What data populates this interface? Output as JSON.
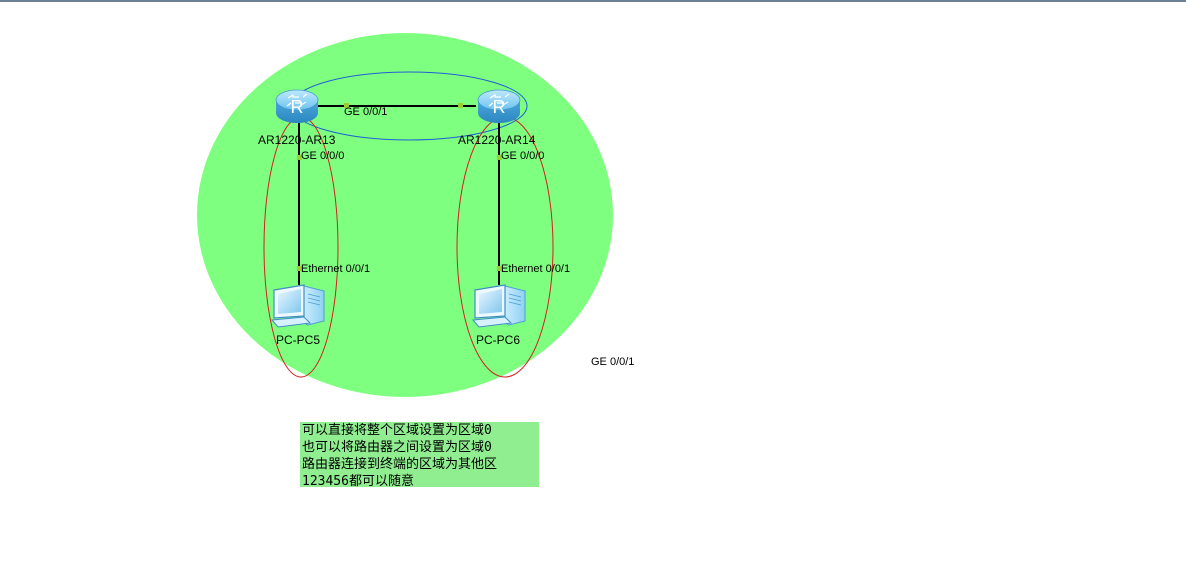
{
  "devices": {
    "router_left": {
      "name": "AR1220-AR13",
      "icon": "router-icon",
      "glyph": "R"
    },
    "router_right": {
      "name": "AR1220-AR14",
      "icon": "router-icon",
      "glyph": "R"
    },
    "pc_left": {
      "name": "PC-PC5",
      "icon": "pc-icon"
    },
    "pc_right": {
      "name": "PC-PC6",
      "icon": "pc-icon"
    }
  },
  "ports": {
    "router_link": "GE 0/0/1",
    "left_router_down": "GE 0/0/0",
    "right_router_down": "GE 0/0/0",
    "left_pc": "Ethernet 0/0/1",
    "right_pc": "Ethernet 0/0/1",
    "stray": "GE 0/0/1"
  },
  "note": {
    "lines": [
      "可以直接将整个区域设置为区域0",
      "也可以将路由器之间设置为区域0",
      "路由器连接到终端的区域为其他区",
      "123456都可以随意"
    ]
  },
  "colors": {
    "area_fill": "#7fff7f",
    "link": "#000000",
    "blue_ellipse": "#1f5fd6",
    "red_ellipse": "#d42020",
    "port_dot": "#9acd32",
    "router_body": "#5fb8e6",
    "note_bg": "#90ee90"
  }
}
